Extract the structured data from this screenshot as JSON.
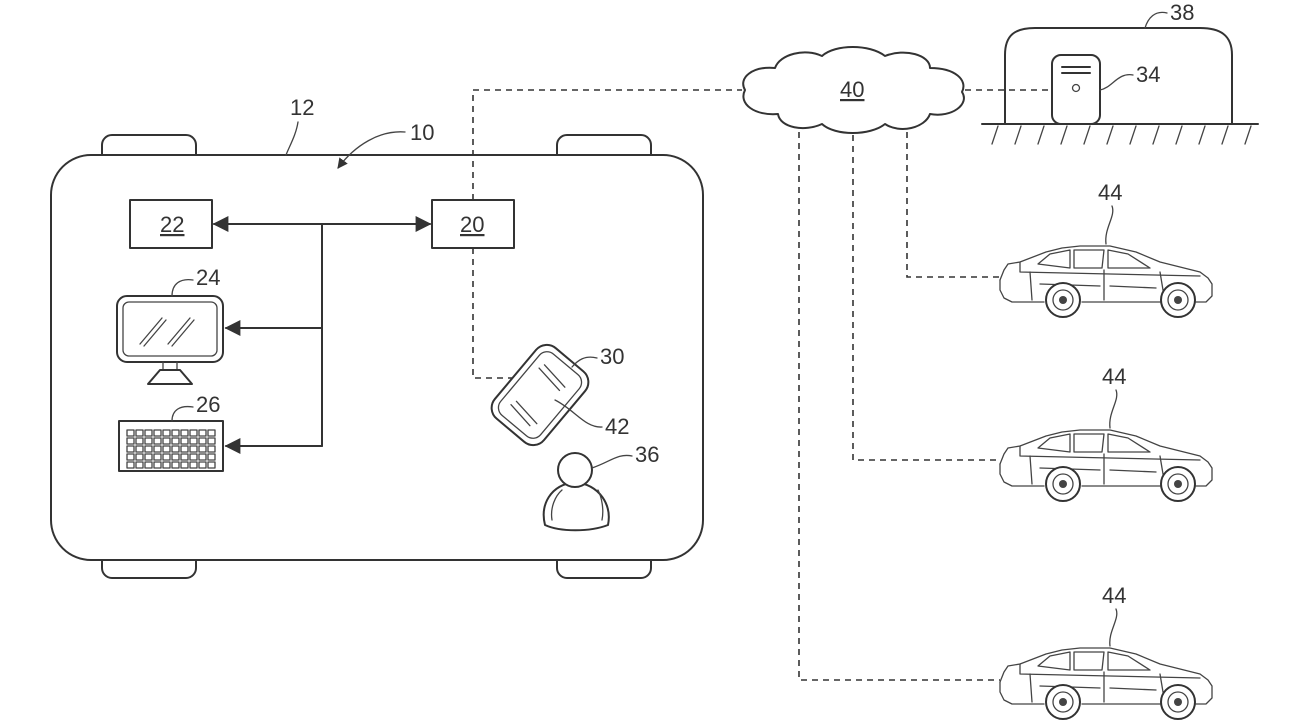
{
  "figure": {
    "type": "patent-system-diagram",
    "labels": {
      "vehicle": "12",
      "system": "10",
      "controller": "20",
      "memory": "22",
      "display": "24",
      "input_device": "26",
      "mobile_device": "30",
      "mobile_screen": "42",
      "user": "36",
      "network": "40",
      "server": "34",
      "facility": "38",
      "remote_vehicles": [
        "44",
        "44",
        "44"
      ]
    },
    "connections": [
      {
        "from": "20",
        "to": "22",
        "style": "solid-bidirectional"
      },
      {
        "from": "bus",
        "to": "24",
        "style": "solid-arrow"
      },
      {
        "from": "bus",
        "to": "26",
        "style": "solid-arrow"
      },
      {
        "from": "20",
        "to": "40",
        "style": "dashed"
      },
      {
        "from": "20",
        "to": "30",
        "style": "dashed"
      },
      {
        "from": "40",
        "to": "34",
        "style": "dashed"
      },
      {
        "from": "40",
        "to": "44",
        "style": "dashed",
        "count": 3
      }
    ]
  }
}
